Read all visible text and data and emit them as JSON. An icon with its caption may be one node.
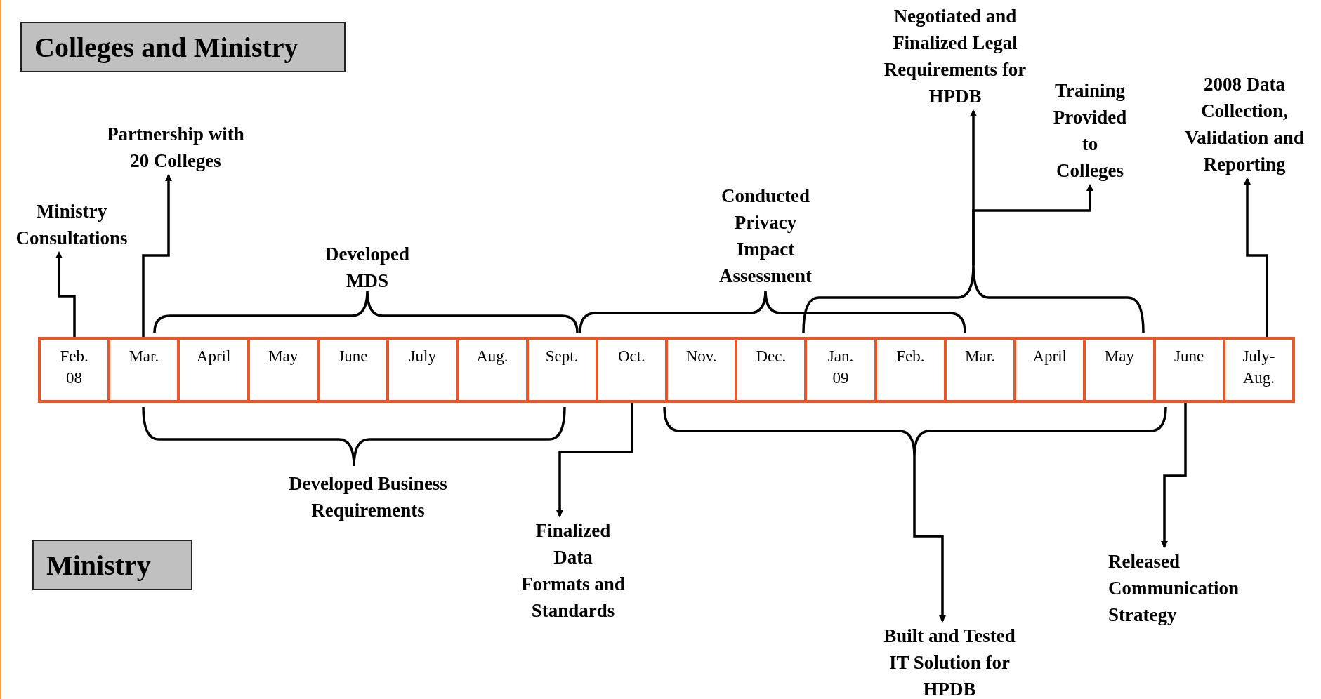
{
  "diagram": {
    "nodes": [
      {
        "text": [
          "Colleges and Ministry"
        ]
      },
      {
        "text": [
          "Ministry"
        ]
      },
      {
        "text": [
          "Feb. 08"
        ]
      },
      {
        "text": [
          "Mar."
        ]
      },
      {
        "text": [
          "April"
        ]
      },
      {
        "text": [
          "May"
        ]
      },
      {
        "text": [
          "June"
        ]
      },
      {
        "text": [
          "July"
        ]
      },
      {
        "text": [
          "Aug."
        ]
      },
      {
        "text": [
          "Sept."
        ]
      },
      {
        "text": [
          "Oct."
        ]
      },
      {
        "text": [
          "Nov."
        ]
      },
      {
        "text": [
          "Dec."
        ]
      },
      {
        "text": [
          "Jan. 09"
        ]
      },
      {
        "text": [
          "Feb."
        ]
      },
      {
        "text": [
          "Mar."
        ]
      },
      {
        "text": [
          "April"
        ]
      },
      {
        "text": [
          "May"
        ]
      },
      {
        "text": [
          "June"
        ]
      },
      {
        "text": [
          "July-Aug."
        ]
      },
      {
        "text": [
          "Ministry Consultations"
        ]
      },
      {
        "text": [
          "Partnership with 20 Colleges"
        ]
      },
      {
        "text": [
          "Developed MDS"
        ]
      },
      {
        "text": [
          "Conducted Privacy Impact Assessment"
        ]
      },
      {
        "text": [
          "Negotiated and Finalized Legal Requirements for HPDB"
        ]
      },
      {
        "text": [
          "Training Provided to Colleges"
        ]
      },
      {
        "text": [
          "2008 Data Collection, Validation and Reporting"
        ]
      },
      {
        "text": [
          "Developed Business Requirements"
        ]
      },
      {
        "text": [
          "Finalized Data Formats and Standards"
        ]
      },
      {
        "text": [
          "Built and Tested IT Solution for HPDB"
        ]
      },
      {
        "text": [
          "Released Communication Strategy"
        ]
      },
      {
        "text": [],
        "shape": "bracket"
      },
      {
        "text": [],
        "shape": "bracket"
      }
    ],
    "edges": [
      {
        "from": 2,
        "to": 20,
        "arrow": "to"
      },
      {
        "from": 3,
        "to": 21,
        "arrow": "to"
      },
      {
        "from": 31,
        "to": 24,
        "arrow": "to"
      },
      {
        "from": 31,
        "to": 25,
        "arrow": "to"
      },
      {
        "from": 19,
        "to": 26,
        "arrow": "to"
      },
      {
        "from": 10,
        "to": 28,
        "arrow": "to"
      },
      {
        "from": 32,
        "to": 29,
        "arrow": "to"
      },
      {
        "from": 18,
        "to": 30,
        "arrow": "to"
      }
    ]
  }
}
